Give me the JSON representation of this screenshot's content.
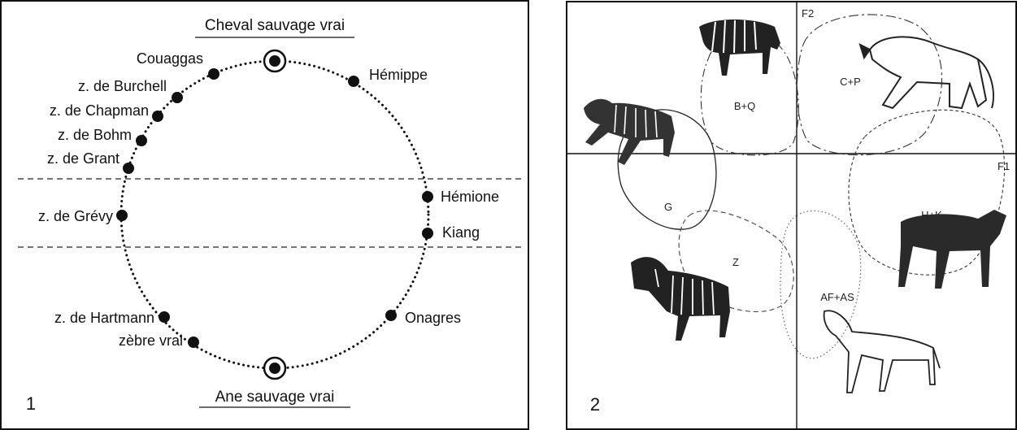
{
  "panel1": {
    "number": "1",
    "top_label": "Cheval sauvage vrai",
    "bottom_label": "Ane sauvage vrai",
    "left_points": [
      {
        "label": "Couaggas"
      },
      {
        "label": "z. de Burchell"
      },
      {
        "label": "z. de Chapman"
      },
      {
        "label": "z. de Bohm"
      },
      {
        "label": "z. de Grant"
      },
      {
        "label": "z. de Grévy"
      },
      {
        "label": "z. de Hartmann"
      },
      {
        "label": "zèbre vrai"
      }
    ],
    "right_points": [
      {
        "label": "Hémippe"
      },
      {
        "label": "Hémione"
      },
      {
        "label": "Kiang"
      },
      {
        "label": "Onagres"
      }
    ]
  },
  "panel2": {
    "number": "2",
    "axis_x_label": "F1",
    "axis_y_label": "F2",
    "groups": [
      {
        "label": "B+Q"
      },
      {
        "label": "C+P"
      },
      {
        "label": "G"
      },
      {
        "label": "H+K"
      },
      {
        "label": "Z"
      },
      {
        "label": "AF+AS"
      }
    ]
  },
  "colors": {
    "ink": "#111111",
    "background": "#ffffff"
  }
}
